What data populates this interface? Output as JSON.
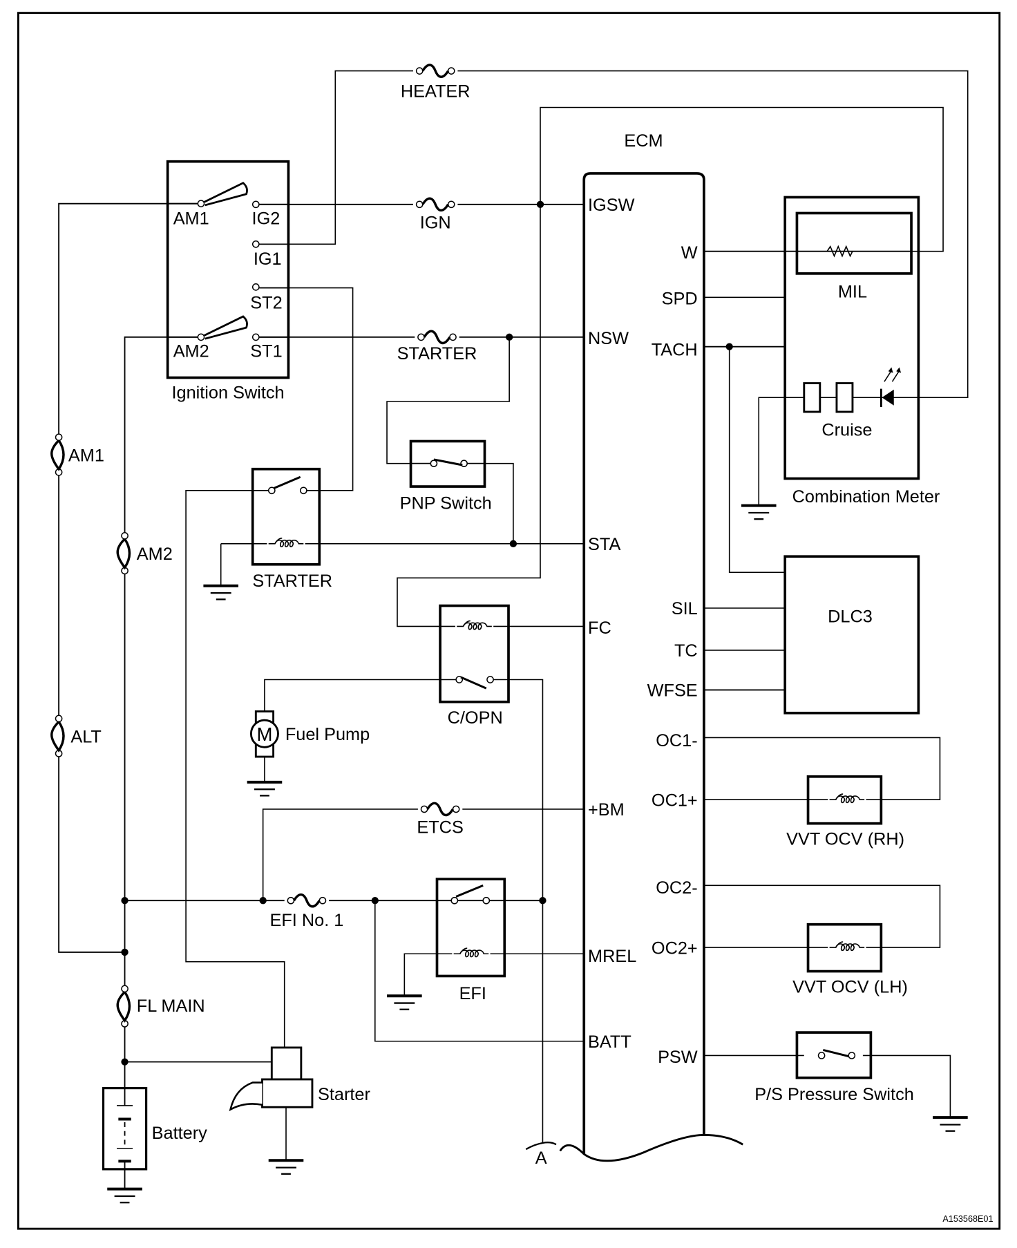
{
  "diagram": {
    "figure_id": "A153568E01",
    "colors": {
      "line": "#000000",
      "background": "#ffffff"
    },
    "ecm": {
      "title": "ECM",
      "left_pins": [
        "IGSW",
        "NSW",
        "STA",
        "FC",
        "+BM",
        "MREL",
        "BATT"
      ],
      "right_pins": [
        "W",
        "SPD",
        "TACH",
        "SIL",
        "TC",
        "WFSE",
        "OC1-",
        "OC1+",
        "OC2-",
        "OC2+",
        "PSW"
      ]
    },
    "ignition_switch": {
      "label": "Ignition Switch",
      "terminals": {
        "am1": "AM1",
        "ig2": "IG2",
        "ig1": "IG1",
        "st2": "ST2",
        "am2": "AM2",
        "st1": "ST1"
      }
    },
    "fuses": {
      "heater": "HEATER",
      "ign": "IGN",
      "starter": "STARTER",
      "etcs": "ETCS",
      "efi_no1": "EFI No. 1",
      "am1": "AM1",
      "am2": "AM2",
      "alt": "ALT",
      "fl_main": "FL MAIN"
    },
    "components": {
      "combination_meter": "Combination Meter",
      "mil": "MIL",
      "cruise": "Cruise",
      "dlc3": "DLC3",
      "pnp_switch": "PNP Switch",
      "starter_relay": "STARTER",
      "copn_relay": "C/OPN",
      "fuel_pump": "Fuel Pump",
      "motor_symbol": "M",
      "efi_relay": "EFI",
      "vvt_rh": "VVT OCV (RH)",
      "vvt_lh": "VVT OCV (LH)",
      "ps_pressure_switch": "P/S Pressure Switch",
      "starter": "Starter",
      "battery": "Battery",
      "connector_a": "A"
    }
  }
}
